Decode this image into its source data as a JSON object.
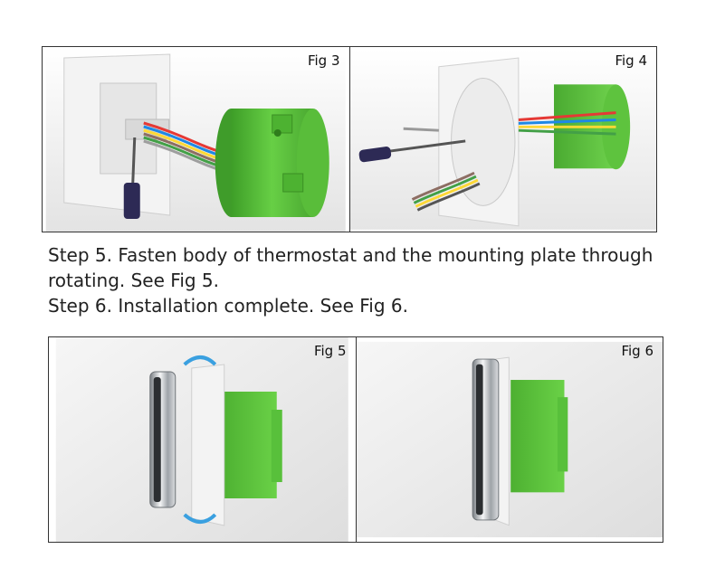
{
  "figures": {
    "fig3": "Fig 3",
    "fig4": "Fig 4",
    "fig5": "Fig 5",
    "fig6": "Fig 6"
  },
  "steps": {
    "step5_line1": "Step 5. Fasten body of thermostat and the mounting plate through",
    "step5_line2": "rotating. See Fig 5.",
    "step6": "Step 6. Installation complete. See Fig 6."
  },
  "colors": {
    "box_green": "#5cc43c",
    "plate_white": "#f2f2f2",
    "chrome": "#bfc3c7"
  }
}
